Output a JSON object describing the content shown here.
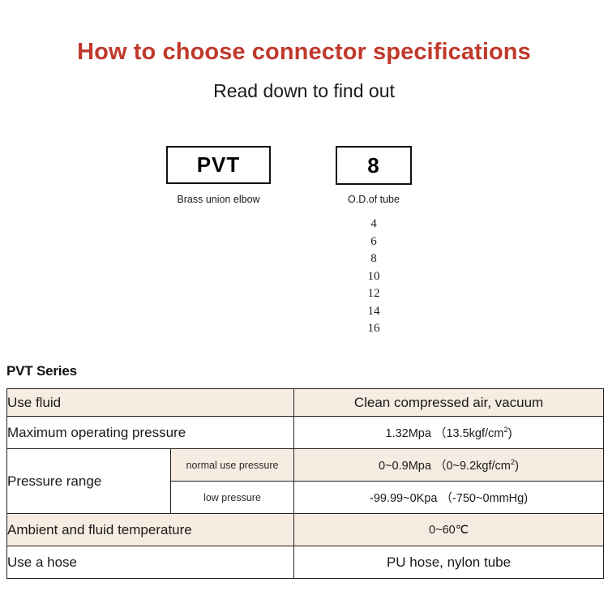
{
  "header": {
    "title": "How to choose connector specifications",
    "subtitle": "Read down to find out"
  },
  "selector": {
    "series_code": "PVT",
    "series_caption": "Brass union elbow",
    "size_code": "8",
    "size_caption": "O.D.of tube",
    "size_options": [
      "4",
      "6",
      "8",
      "10",
      "12",
      "14",
      "16"
    ]
  },
  "spec": {
    "heading": "PVT Series",
    "rows": [
      {
        "label": "Use fluid",
        "value": "Clean compressed air, vacuum"
      },
      {
        "label": "Maximum operating pressure",
        "value": "1.32Mpa （13.5kgf/cm",
        "value_sup": "2",
        "value_tail": ")"
      },
      {
        "label": "Pressure range",
        "sub_rows": [
          {
            "label": "normal use pressure",
            "value": "0~0.9Mpa （0~9.2kgf/cm",
            "value_sup": "2",
            "value_tail": ")"
          },
          {
            "label": "low pressure",
            "value": "-99.99~0Kpa （-750~0mmHg)"
          }
        ]
      },
      {
        "label": "Ambient and fluid temperature",
        "value": "0~60℃"
      },
      {
        "label": "Use a hose",
        "value": "PU hose, nylon tube"
      }
    ]
  },
  "colors": {
    "title_red": "#c0392b",
    "row_beige": "#f6ece2",
    "border": "#231f1b",
    "text": "#1a1a1a"
  }
}
